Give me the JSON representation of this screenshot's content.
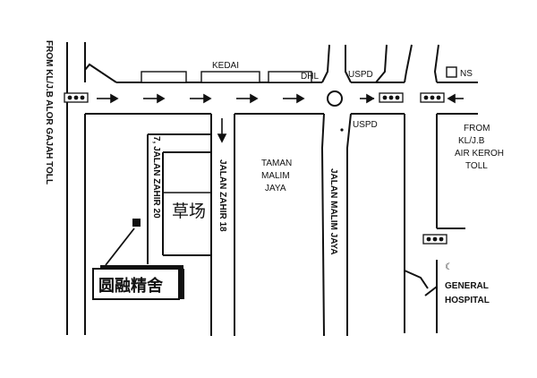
{
  "map": {
    "roads": {
      "west_vertical": "FROM KL/J.B ALOR GAJAH TOLL",
      "east_right": "FROM KL/J.B AIR KEROH TOLL",
      "zahir_20": "7, JALAN ZAHIR 20",
      "zahir_18": "JALAN ZAHIR 18",
      "malim_jaya": "JALAN MALIM JAYA"
    },
    "area": {
      "name_line1": "TAMAN",
      "name_line2": "MALIM",
      "name_line3": "JAYA"
    },
    "landmarks": {
      "kedai": "KEDAI",
      "dhl": "DHL",
      "uspd_top": "USPD",
      "uspd_mid": "USPD",
      "ns": "NS",
      "hospital_line1": "GENERAL",
      "hospital_line2": "HOSPITAL",
      "hospital_icon_glyph": "☾"
    },
    "right_from": {
      "line1": "FROM",
      "line2": "KL/J.B",
      "line3": "AIR KEROH",
      "line4": "TOLL"
    },
    "grass_field": "草场",
    "destination": "圆融精舍",
    "icons": {
      "traffic_light": "traffic-light-icon",
      "roundabout": "roundabout-icon",
      "arrow": "arrow-icon",
      "hospital": "crescent-icon"
    }
  }
}
